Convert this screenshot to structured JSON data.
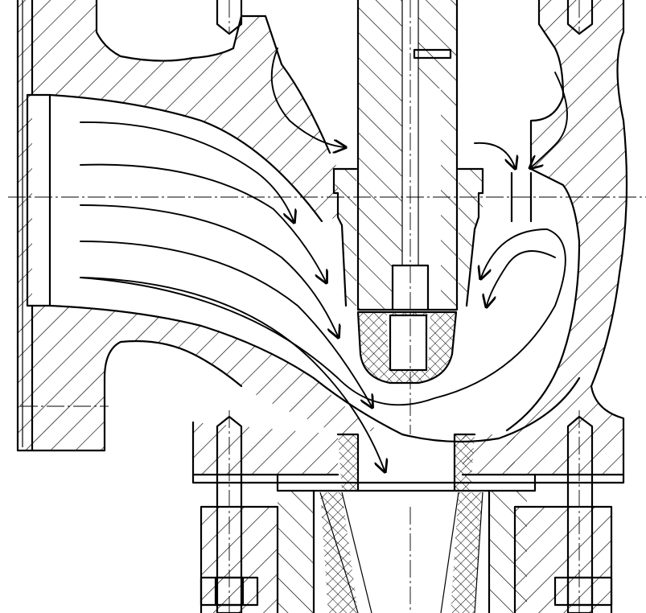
{
  "drawing": {
    "type": "cross-section",
    "colors": {
      "line": "#000000",
      "background": "#ffffff"
    },
    "hatch_patterns": [
      "diagonal-hatch",
      "cross-hatch"
    ]
  }
}
